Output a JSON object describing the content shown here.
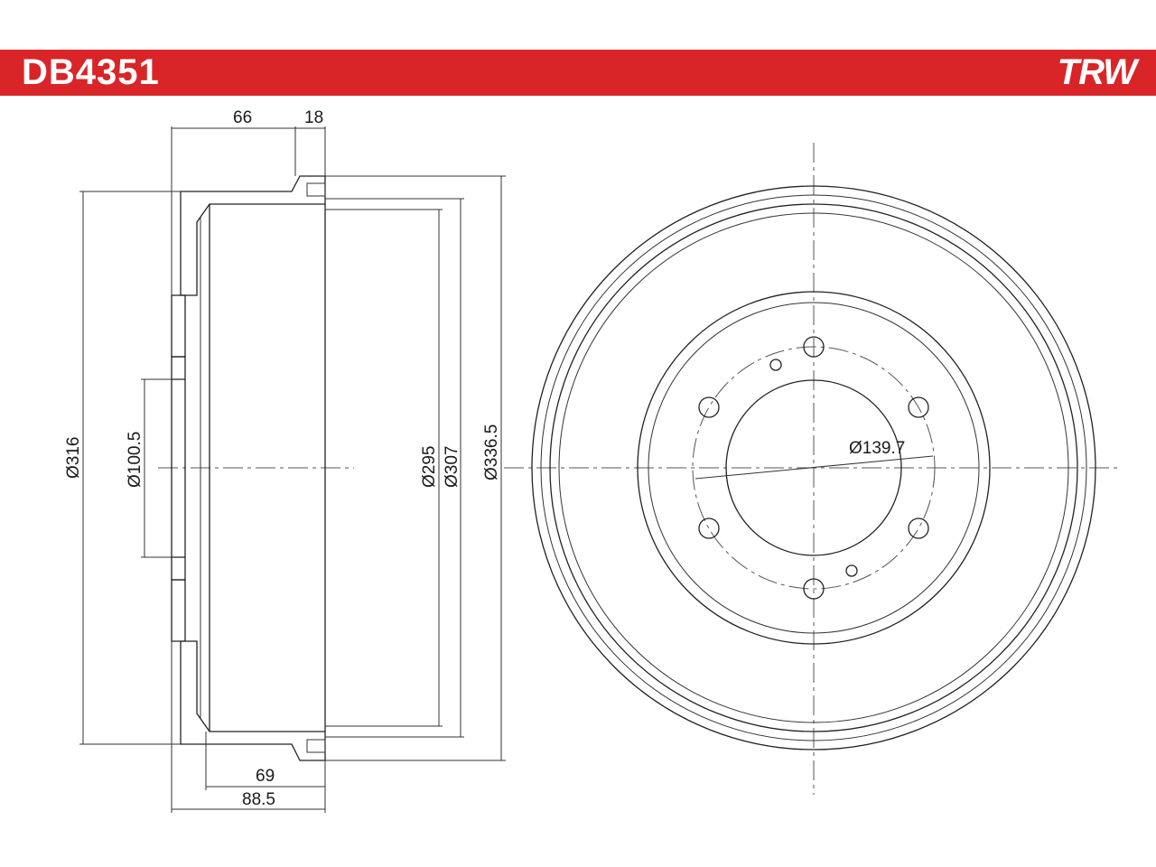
{
  "header": {
    "part_code": "DB4351",
    "brand": "TRW",
    "bg_color": "#d92528",
    "text_color": "#ffffff"
  },
  "side_view": {
    "dims": {
      "top_left": "66",
      "top_right": "18",
      "dia_outer_hub": "Ø316",
      "dia_center_bore": "Ø100.5",
      "dia_inner_295": "Ø295",
      "dia_inner_307": "Ø307",
      "dia_outer": "Ø336.5",
      "bottom_inner": "69",
      "bottom_total": "88.5"
    }
  },
  "front_view": {
    "dims": {
      "bolt_circle": "Ø139.7"
    },
    "bolt_holes": 6,
    "small_holes": 2
  }
}
